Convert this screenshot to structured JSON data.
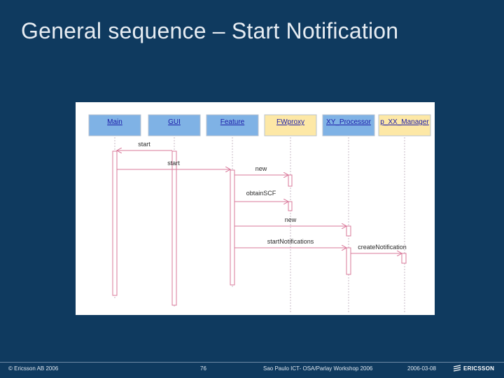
{
  "slide": {
    "title": "General sequence – Start Notification"
  },
  "diagram": {
    "lifelines": [
      {
        "label": "Main",
        "fill": "#7fb2e5"
      },
      {
        "label": "GUI",
        "fill": "#7fb2e5"
      },
      {
        "label": "Feature",
        "fill": "#7fb2e5"
      },
      {
        "label": "FWproxy",
        "fill": "#fde8a6"
      },
      {
        "label": "XY_Processor",
        "fill": "#7fb2e5"
      },
      {
        "label": "p_XX_Manager",
        "fill": "#fde8a6"
      }
    ],
    "messages": [
      {
        "label": "start"
      },
      {
        "label": "start"
      },
      {
        "label": "new"
      },
      {
        "label": "obtainSCF"
      },
      {
        "label": "new"
      },
      {
        "label": "startNotifications"
      },
      {
        "label": "createNotification"
      }
    ],
    "line_color": "#d9789a",
    "header_text_color": "#1a1aa8"
  },
  "footer": {
    "copyright": "© Ericsson AB 2006",
    "page": "76",
    "event": "Sao Paulo ICT- OSA/Parlay Workshop 2006",
    "date": "2006-03-08",
    "logo": "ERICSSON"
  }
}
